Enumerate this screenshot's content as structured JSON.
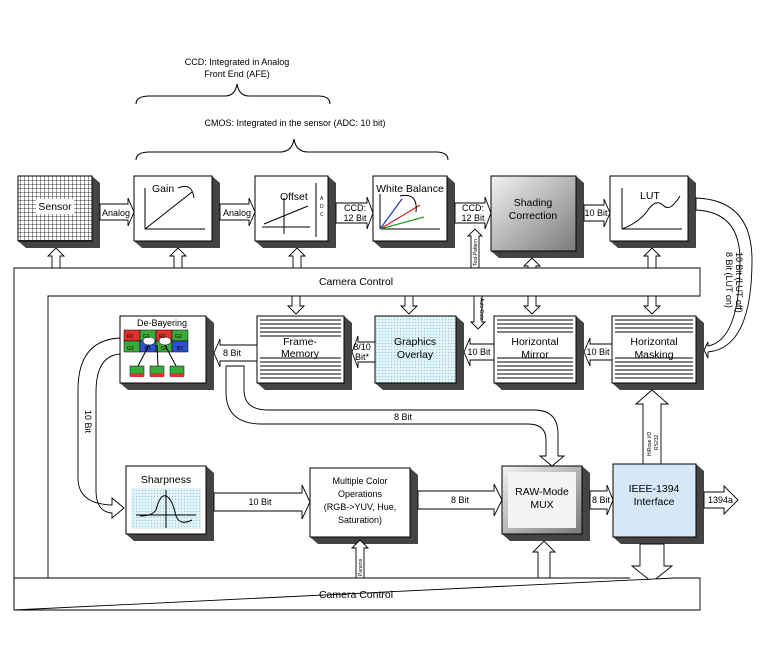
{
  "braces": {
    "ccd_line1": "CCD: Integrated in Analog",
    "ccd_line2": "Front End (AFE)",
    "cmos": "CMOS: Integrated in the sensor (ADC: 10 bit)"
  },
  "blocks": {
    "sensor": "Sensor",
    "gain": "Gain",
    "offset": "Offset",
    "adc_letters": [
      "A",
      "D",
      "C"
    ],
    "white_balance": "White Balance",
    "shading_line1": "Shading",
    "shading_line2": "Correction",
    "lut": "LUT",
    "debayering": "De-Bayering",
    "bayer_cells": [
      "R1",
      "G1",
      "R2",
      "G2",
      "G3",
      "B1",
      "G4",
      "B2"
    ],
    "frame_line1": "Frame-",
    "frame_line2": "Memory",
    "graphics_line1": "Graphics",
    "graphics_line2": "Overlay",
    "hmirror_line1": "Horizontal",
    "hmirror_line2": "Mirror",
    "hmask_line1": "Horizontal",
    "hmask_line2": "Masking",
    "sharpness": "Sharpness",
    "mco_line1": "Multiple Color",
    "mco_line2": "Operations",
    "mco_line3": "(RGB->YUV, Hue,",
    "mco_line4": "Saturation)",
    "raw_line1": "RAW-Mode",
    "raw_line2": "MUX",
    "ieee_line1": "IEEE-1394",
    "ieee_line2": "Interface"
  },
  "arrows": {
    "analog1": "Analog",
    "analog2": "Analog",
    "ccd12a_line1": "CCD:",
    "ccd12a_line2": "12 Bit",
    "ccd12b_line1": "CCD:",
    "ccd12b_line2": "12 Bit",
    "b10_shading_lut": "10 Bit",
    "lut_out_line1": "10 Bit (LUT off)",
    "lut_out_line2": "8 Bit (LUT on)",
    "b10_mask_mirror": "10 Bit",
    "b10_mirror_overlay": "10 Bit",
    "b810_line1": "8/10",
    "b810_line2": "Bit*",
    "b8_frame_debayer": "8 Bit",
    "b10_debayer_sharp": "10 Bit",
    "b8_frame_raw": "8 Bit",
    "b10_sharp_mco": "10 Bit",
    "b8_mco_raw": "8 Bit",
    "b8_raw_ieee": "8 Bit",
    "out_1394a": "1394a",
    "test_pattern": "Test-Pattern",
    "auto_data": "Auto-Data",
    "params": "Params",
    "hirose_line1": "HiRose I/O",
    "hirose_line2": "RS232"
  },
  "bus": {
    "top": "Camera Control",
    "bottom": "Camera Control"
  },
  "colors": {
    "bayer_red": "#e03030",
    "bayer_green": "#3aaa3a",
    "bayer_blue": "#3050d0",
    "ieee_fill": "#d6e8f7",
    "shading_fill": "#a8a8a8"
  }
}
